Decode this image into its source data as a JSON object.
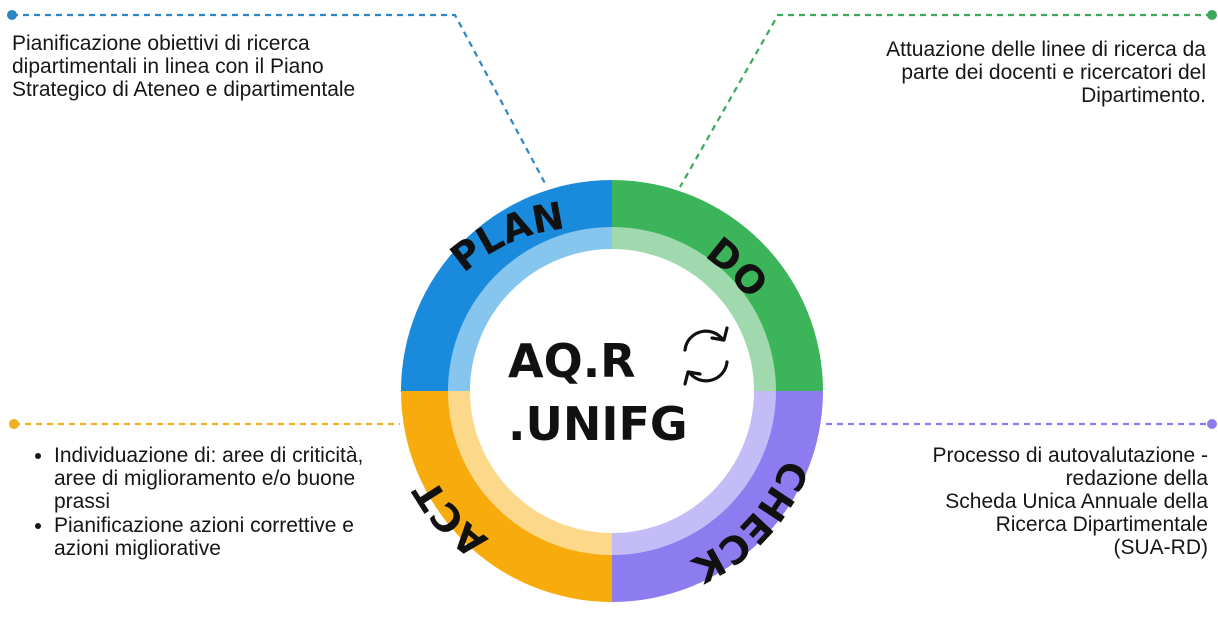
{
  "colors": {
    "plan": "#1a8bdc",
    "plan_light": "#86c6ee",
    "do": "#3cb55a",
    "do_light": "#9fd9ad",
    "check": "#8c7cf0",
    "check_light": "#c4bcf7",
    "act": "#f8ab0c",
    "act_light": "#fcd98a",
    "plan_line": "#2a86c4",
    "do_line": "#3aa95a",
    "check_line": "#8c7cf0",
    "act_line": "#f0b020"
  },
  "cycle": {
    "title_line1": "AQ.R",
    "title_line2": ".UNIFG",
    "refresh_icon": "refresh-icon"
  },
  "phases": {
    "plan": {
      "label": "PLAN",
      "description": "Pianificazione obiettivi di ricerca\ndipartimentali in linea con il Piano\nStrategico di Ateneo e dipartimentale"
    },
    "do": {
      "label": "DO",
      "description": "Attuazione delle linee di ricerca da\nparte dei docenti e ricercatori del\nDipartimento."
    },
    "check": {
      "label": "CHECK",
      "description": "Processo di autovalutazione -\nredazione della\nScheda Unica Annuale della\nRicerca Dipartimentale\n(SUA-RD)"
    },
    "act": {
      "label": "ACT",
      "items": [
        "Individuazione di: aree di criticità, aree di miglioramento e/o buone prassi",
        "Pianificazione azioni correttive e azioni migliorative"
      ]
    }
  }
}
